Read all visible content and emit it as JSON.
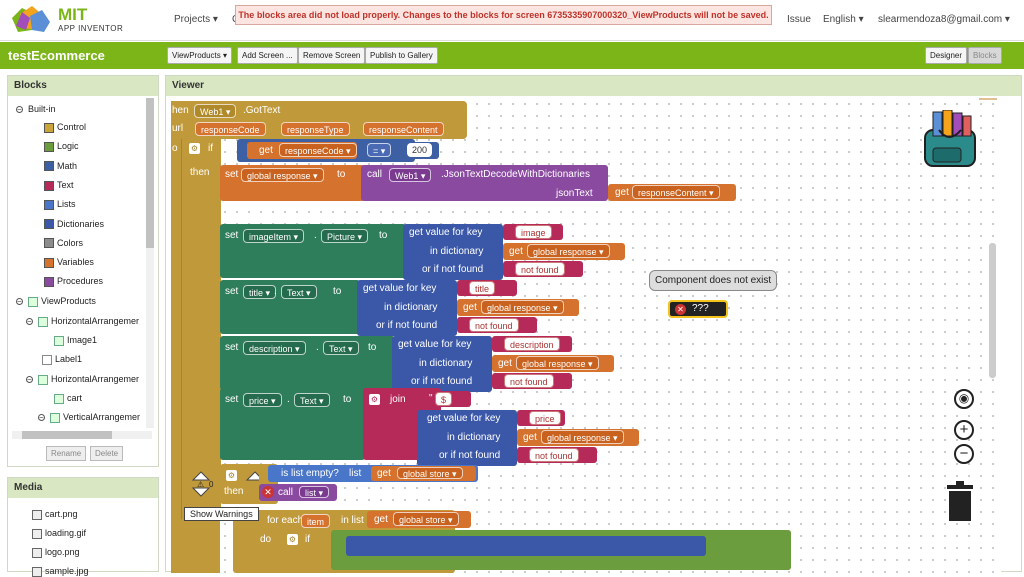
{
  "header": {
    "logo_top": "MIT",
    "logo_bottom": "APP INVENTOR",
    "nav_projects": "Projects ▾",
    "nav_connect": "C",
    "nav_report": "Issue",
    "nav_language": "English ▾",
    "nav_user": "slearmendoza8@gmail.com ▾",
    "warning": "The blocks area did not load properly. Changes to the blocks for screen 6735335907000320_ViewProducts will not be saved."
  },
  "toolbar": {
    "project": "testEcommerce",
    "screen_select": "ViewProducts ▾",
    "add_screen": "Add Screen ...",
    "remove_screen": "Remove Screen",
    "publish": "Publish to Gallery",
    "designer": "Designer",
    "blocks": "Blocks"
  },
  "blocks_panel": {
    "title": "Blocks",
    "builtin": "Built-in",
    "items": [
      "Control",
      "Logic",
      "Math",
      "Text",
      "Lists",
      "Dictionaries",
      "Colors",
      "Variables",
      "Procedures"
    ],
    "item_colors": [
      "#c9a53a",
      "#6b9c3e",
      "#3d5fa3",
      "#b62a5a",
      "#4a76c9",
      "#3a57a8",
      "#8c8c8c",
      "#d4722e",
      "#8a4aa0"
    ],
    "screen": "ViewProducts",
    "components": [
      "HorizontalArrangemer",
      "Image1",
      "Label1",
      "HorizontalArrangemer",
      "cart",
      "VerticalArrangemer"
    ],
    "rename": "Rename",
    "delete": "Delete"
  },
  "media_panel": {
    "title": "Media",
    "files": [
      "cart.png",
      "loading.gif",
      "logo.png",
      "sample.jpg"
    ]
  },
  "viewer": {
    "title": "Viewer",
    "tooltip": "Component does not exist",
    "missing": "???",
    "show_warnings": "Show Warnings",
    "warning_count": "0",
    "error_count": "0"
  },
  "blocks": {
    "event": {
      "when": "hen",
      "component": "Web1 ▾",
      "method": ".GotText",
      "params": [
        "url",
        "responseCode",
        "responseType",
        "responseContent"
      ]
    },
    "if": {
      "do": "o",
      "kw": "if",
      "then": "then",
      "get": "get",
      "var": "responseCode ▾",
      "op": "= ▾",
      "num": "200"
    },
    "set_resp": {
      "set": "set",
      "var": "global response ▾",
      "to": "to",
      "call": "call",
      "comp": "Web1 ▾",
      "method": ".JsonTextDecodeWithDictionaries",
      "param": "jsonText",
      "get": "get",
      "val": "responseContent ▾"
    },
    "rows": [
      {
        "set": "set",
        "comp": "imageItem ▾",
        "dot": ".",
        "prop": "Picture ▾",
        "to": "to",
        "key": "image",
        "get": "get",
        "dict": "global response ▾",
        "nf": "not found"
      },
      {
        "set": "set",
        "comp": "title ▾",
        "dot": ".",
        "prop": "Text ▾",
        "to": "to",
        "key": "title",
        "get": "get",
        "dict": "global response ▾",
        "nf": "not found"
      },
      {
        "set": "set",
        "comp": "description ▾",
        "dot": ".",
        "prop": "Text ▾",
        "to": "to",
        "key": "description",
        "get": "get",
        "dict": "global response ▾",
        "nf": "not found"
      }
    ],
    "dict_labels": {
      "key": "get value for key",
      "in": "in dictionary",
      "or": "or if not found"
    },
    "price": {
      "set": "set",
      "comp": "price ▾",
      "dot": ".",
      "prop": "Text ▾",
      "to": "to",
      "join": "join",
      "dollar": "$",
      "key": "price",
      "get": "get",
      "dict": "global response ▾",
      "nf": "not found"
    },
    "listif": {
      "kw": "is list empty?",
      "list": "list",
      "get": "get",
      "var": "global store ▾",
      "then": "then",
      "call": "call",
      "list2": "list ▾"
    },
    "foreach": {
      "kw": "for each",
      "item": "item",
      "in": "in list",
      "get": "get",
      "var": "global store ▾",
      "do": "do",
      "if": "if"
    }
  }
}
